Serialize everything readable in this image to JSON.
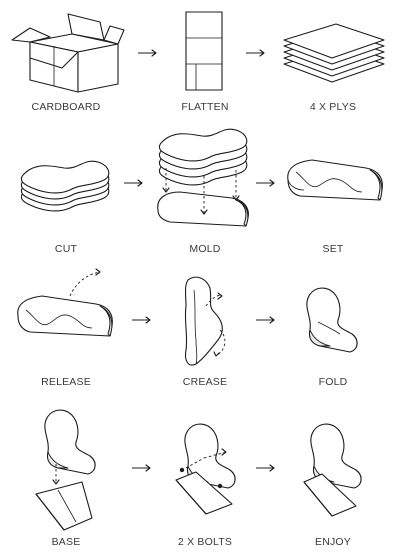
{
  "steps": [
    {
      "label": "CARDBOARD"
    },
    {
      "label": "FLATTEN"
    },
    {
      "label": "4 X PLYS"
    },
    {
      "label": "CUT"
    },
    {
      "label": "MOLD"
    },
    {
      "label": "SET"
    },
    {
      "label": "RELEASE"
    },
    {
      "label": "CREASE"
    },
    {
      "label": "FOLD"
    },
    {
      "label": "BASE"
    },
    {
      "label": "2 X BOLTS"
    },
    {
      "label": "ENJOY"
    }
  ],
  "colors": {
    "line": "#1c1c1c",
    "label": "#3a3a3a",
    "background": "#ffffff"
  }
}
